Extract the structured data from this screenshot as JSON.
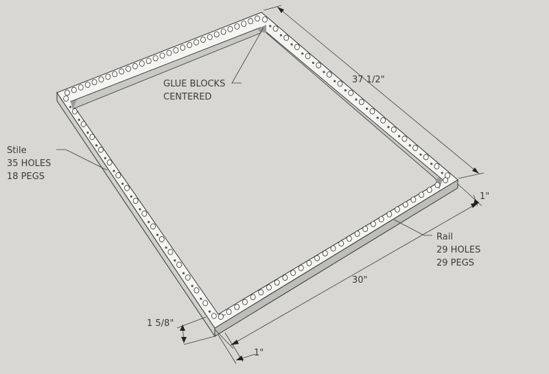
{
  "labels": {
    "glue_blocks": [
      "GLUE BLOCKS",
      "CENTERED"
    ],
    "stile": [
      "Stile",
      "35 HOLES",
      "18 PEGS"
    ],
    "rail": [
      "Rail",
      "29 HOLES",
      "29 PEGS"
    ]
  },
  "dimensions": {
    "length": "37 1/2\"",
    "width": "30\"",
    "thickness_right": "1\"",
    "thickness_bottom": "1\"",
    "height": "1 5/8\""
  },
  "colors": {
    "background": "#d8d7d3",
    "wood_top": "#f4f4f2",
    "wood_side": "#c9c9c6",
    "line": "#3a3a3a"
  }
}
